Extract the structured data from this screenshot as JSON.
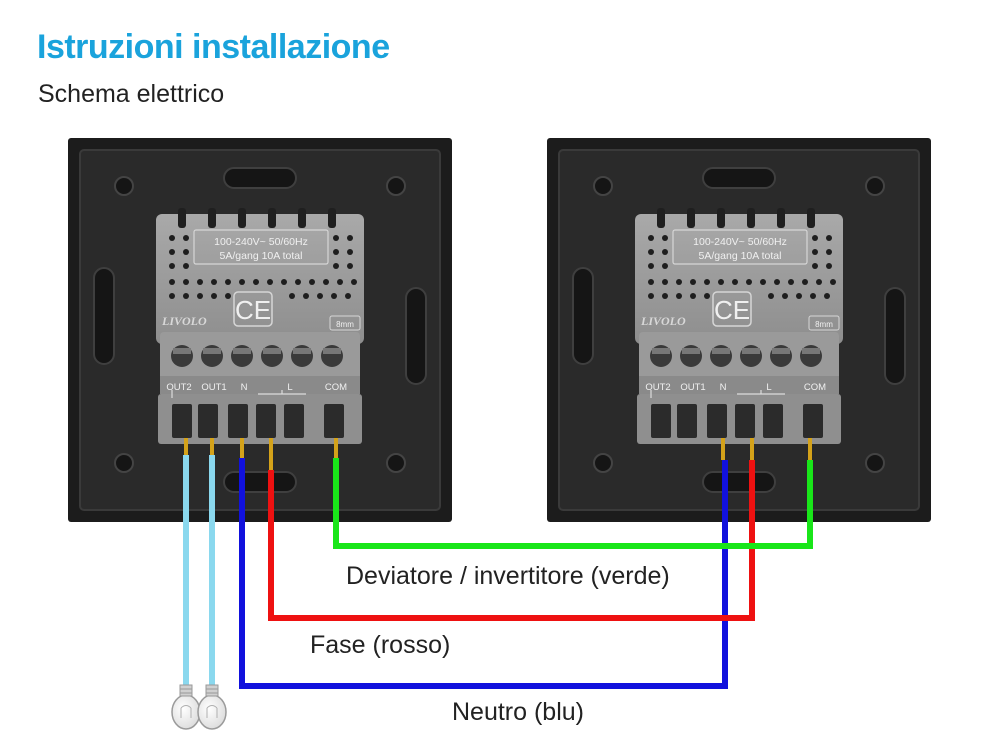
{
  "header": {
    "title": "Istruzioni installazione",
    "subtitle": "Schema elettrico"
  },
  "switch": {
    "rating_line1": "100-240V~ 50/60Hz",
    "rating_line2": "5A/gang 10A total",
    "ce_mark": "CE",
    "brand": "LIVOLO",
    "strip_label": "8mm",
    "terminals": [
      "OUT2",
      "OUT1",
      "N",
      "L",
      "COM"
    ]
  },
  "wires": {
    "traveler": {
      "label": "Deviatore / invertitore (verde)",
      "color": "#19e619"
    },
    "phase": {
      "label": "Fase (rosso)",
      "color": "#ee1111"
    },
    "neutral": {
      "label": "Neutro (blu)",
      "color": "#1111dd"
    },
    "load": {
      "color": "#8ad8ee"
    }
  },
  "icons": [
    "light-bulb-icon",
    "light-bulb-icon"
  ]
}
